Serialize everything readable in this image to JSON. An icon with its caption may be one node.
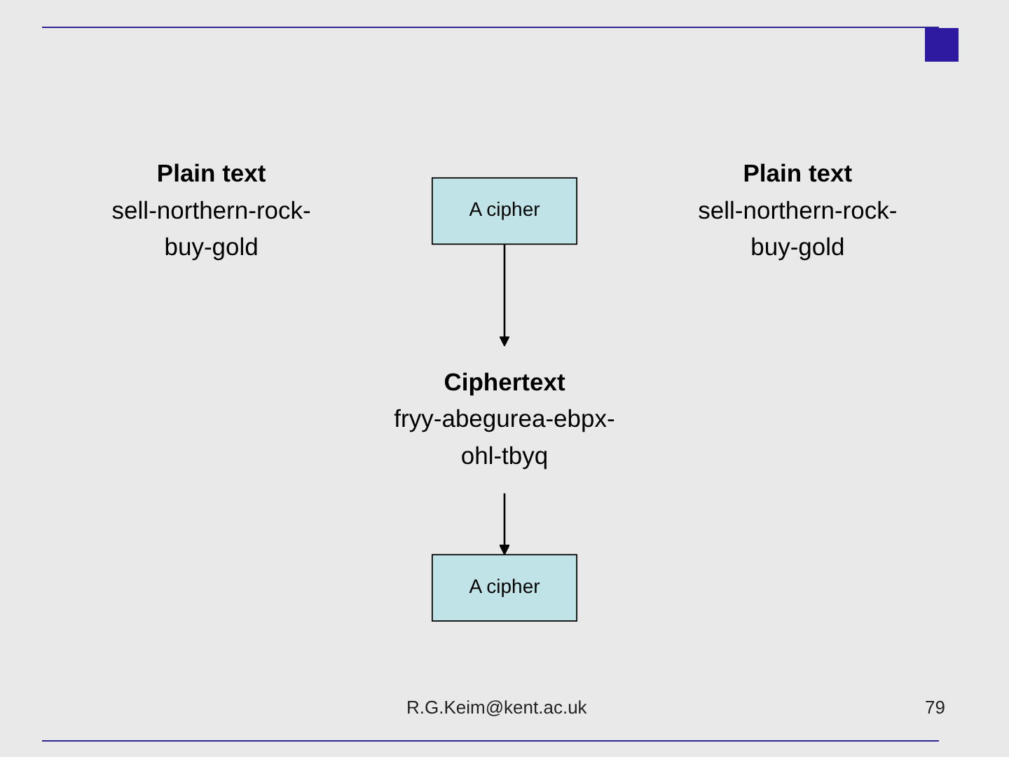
{
  "diagram": {
    "nodes": [
      {
        "text": [
          "Plain text",
          "sell-northern-rock-buy-gold"
        ]
      },
      {
        "text": [
          "A cipher"
        ]
      },
      {
        "text": [
          "Ciphertext",
          "fryy-abegurea-ebpx-ohl-tbyq"
        ]
      },
      {
        "text": [
          "A cipher"
        ]
      },
      {
        "text": [
          "Plain text",
          "sell-northern-rock-buy-gold"
        ]
      }
    ],
    "edges": [
      {
        "from": 1,
        "to": 2,
        "arrow": "to"
      },
      {
        "from": 2,
        "to": 3,
        "arrow": "to"
      }
    ],
    "labels": [
      "R.G.Keim@kent.ac.uk",
      "79"
    ]
  }
}
